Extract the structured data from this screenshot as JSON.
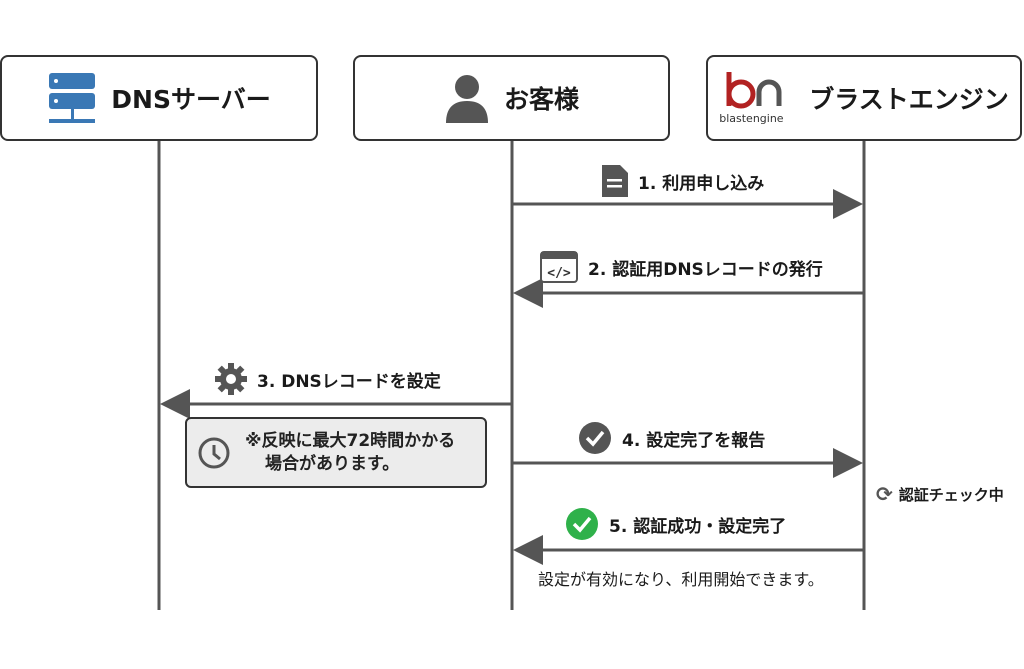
{
  "actors": [
    {
      "name": "DNSサーバー",
      "icon": "server-icon"
    },
    {
      "name": "お客様",
      "icon": "user-icon"
    },
    {
      "name": "ブラストエンジン",
      "icon": "blastengine-logo",
      "logo_text": "blastengine"
    }
  ],
  "messages": [
    {
      "label": "1. 利用申し込み",
      "icon": "document-icon",
      "from": "お客様",
      "to": "ブラストエンジン"
    },
    {
      "label": "2. 認証用DNSレコードの発行",
      "icon": "code-window-icon",
      "from": "ブラストエンジン",
      "to": "お客様"
    },
    {
      "label": "3. DNSレコードを設定",
      "icon": "gear-icon",
      "from": "お客様",
      "to": "DNSサーバー"
    },
    {
      "label": "4. 設定完了を報告",
      "icon": "check-circle-icon",
      "from": "お客様",
      "to": "ブラストエンジン"
    },
    {
      "label": "5. 認証成功・設定完了",
      "icon": "check-circle-green-icon",
      "from": "ブラストエンジン",
      "to": "お客様",
      "sub": "設定が有効になり、利用開始できます。"
    }
  ],
  "note": {
    "line1": "※反映に最大72時間かかる",
    "line2": "場合があります。"
  },
  "status": "認証チェック中",
  "colors": {
    "server": "#3a78b5",
    "logo": "#b22222",
    "check_green": "#2fb14a",
    "line": "#555555"
  }
}
